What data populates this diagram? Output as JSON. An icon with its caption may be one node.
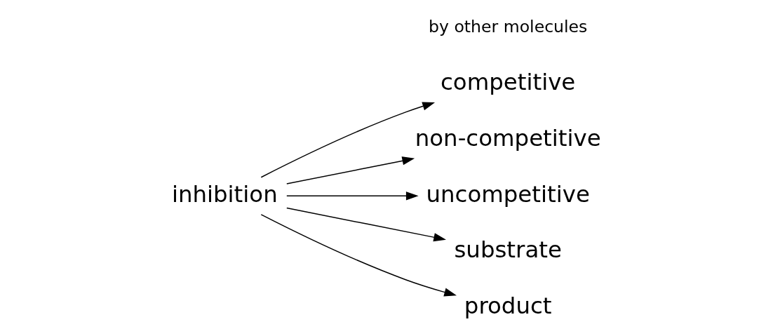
{
  "diagram": {
    "nodes": [
      {
        "text": [
          "inhibition"
        ]
      },
      {
        "text": [
          "competitive"
        ]
      },
      {
        "text": [
          "non-competitive"
        ]
      },
      {
        "text": [
          "uncompetitive"
        ]
      },
      {
        "text": [
          "substrate"
        ]
      },
      {
        "text": [
          "product"
        ]
      }
    ],
    "edges": [
      {
        "from": 0,
        "to": 1,
        "arrow": "to"
      },
      {
        "from": 0,
        "to": 2,
        "arrow": "to"
      },
      {
        "from": 0,
        "to": 3,
        "arrow": "to"
      },
      {
        "from": 0,
        "to": 4,
        "arrow": "to"
      },
      {
        "from": 0,
        "to": 5,
        "arrow": "to"
      }
    ],
    "labels": [
      "by other molecules"
    ]
  }
}
